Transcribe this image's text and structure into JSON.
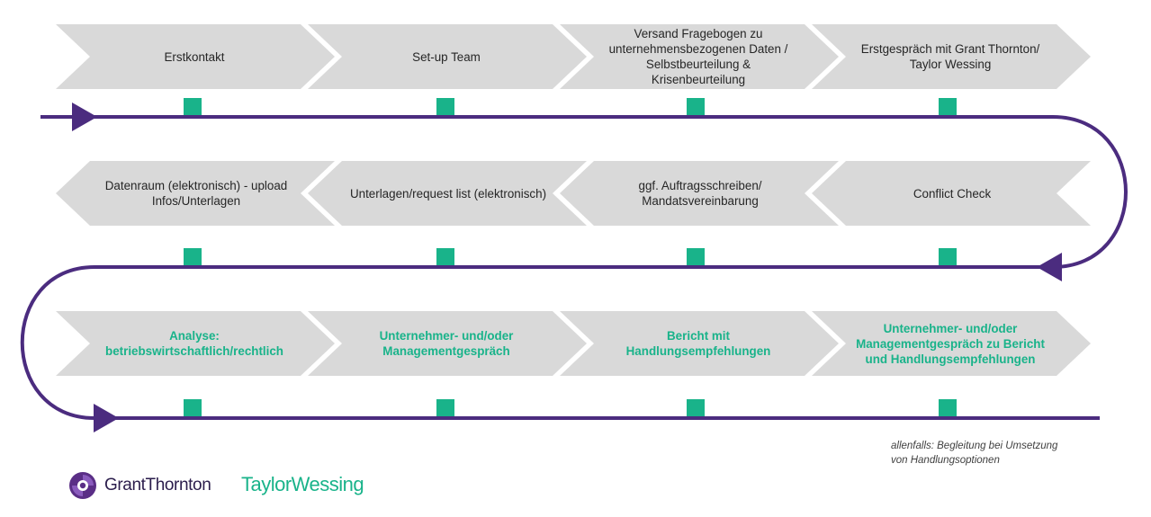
{
  "rows": [
    {
      "direction": "right",
      "steps": [
        {
          "label": "Erstkontakt"
        },
        {
          "label": "Set-up Team"
        },
        {
          "label": "Versand Fragebogen zu unternehmensbezogenen Daten / Selbstbeurteilung & Krisenbeurteilung"
        },
        {
          "label": "Erstgespräch mit Grant Thornton/ Taylor Wessing"
        }
      ]
    },
    {
      "direction": "left",
      "steps": [
        {
          "label": "Datenraum (elektronisch) - upload Infos/Unterlagen"
        },
        {
          "label": "Unterlagen/request list (elektronisch)"
        },
        {
          "label": "ggf. Auftragsschreiben/ Mandatsvereinbarung"
        },
        {
          "label": "Conflict Check"
        }
      ]
    },
    {
      "direction": "right",
      "steps": [
        {
          "label": "Analyse: betriebswirtschaftlich/rechtlich"
        },
        {
          "label": "Unternehmer- und/oder Managementgespräch"
        },
        {
          "label": "Bericht mit Handlungsempfehlungen"
        },
        {
          "label": "Unternehmer- und/oder Managementgespräch zu Bericht und Handlungsempfehlungen"
        }
      ]
    }
  ],
  "note": {
    "line1": "allenfalls: Begleitung bei Umsetzung",
    "line2": "von Handlungsoptionen"
  },
  "logos": {
    "grant_thornton": "GrantThornton",
    "taylor_wessing": "TaylorWessing"
  },
  "colors": {
    "line": "#4b2c7f",
    "accent": "#19b38a",
    "chevron": "#d9d9d9",
    "text": "#262626"
  }
}
